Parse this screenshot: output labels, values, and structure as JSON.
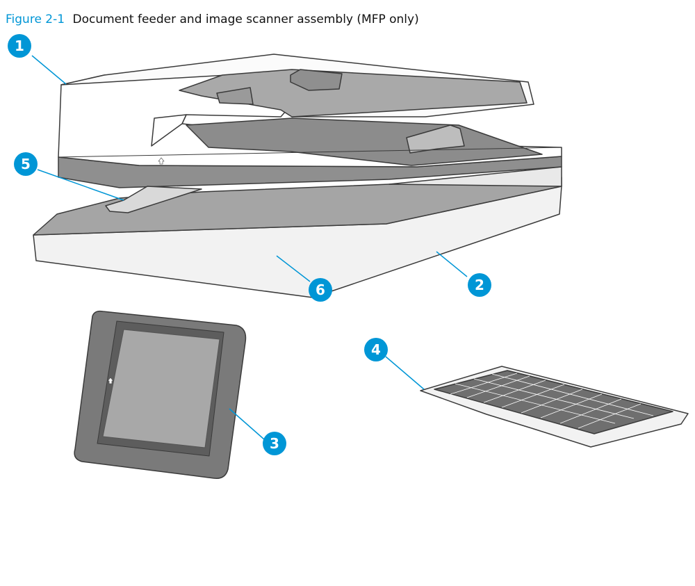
{
  "figure": {
    "label": "Figure 2-1",
    "title": "Document feeder and image scanner assembly (MFP only)"
  },
  "colors": {
    "accent": "#0096d6",
    "outline": "#3a3a3a",
    "body_light": "#f2f2f2",
    "body_white": "#ffffff",
    "gray_mid": "#9b9b9b",
    "gray_dark": "#7a7a7a",
    "screen": "#a8a8a8"
  },
  "callouts": [
    {
      "id": "1",
      "label": "1"
    },
    {
      "id": "2",
      "label": "2"
    },
    {
      "id": "3",
      "label": "3"
    },
    {
      "id": "4",
      "label": "4"
    },
    {
      "id": "5",
      "label": "5"
    },
    {
      "id": "6",
      "label": "6"
    }
  ],
  "icons": {
    "scanner": "document-feeder-scanner-icon",
    "control_panel": "control-panel-icon",
    "keyboard": "keyboard-icon",
    "home": "home-icon"
  }
}
